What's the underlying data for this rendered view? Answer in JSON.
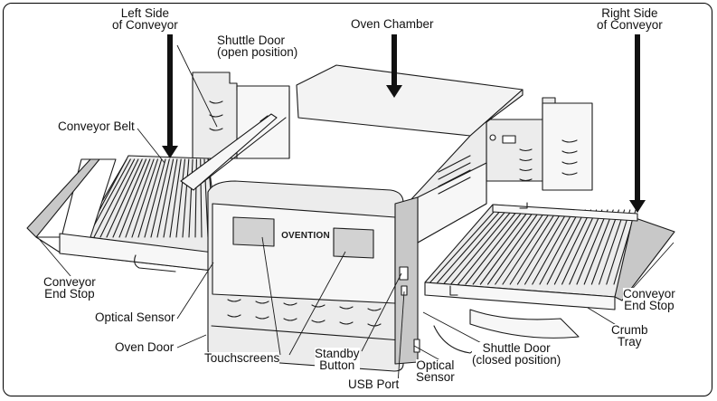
{
  "diagram": {
    "brand_text": "OVENTION",
    "colors": {
      "line": "#1a1a1a",
      "body_fill": "#ececec",
      "panel_fill": "#f7f7f7",
      "shadow_fill": "#c8c8c8",
      "window_fill": "#d2d2d2",
      "chamber_fill": "#f3f3f3"
    },
    "labels": {
      "left_side_conveyor": {
        "line1": "Left Side",
        "line2": "of Conveyor"
      },
      "shuttle_door_open": {
        "line1": "Shuttle Door",
        "line2": "(open position)"
      },
      "oven_chamber": {
        "line1": "Oven Chamber"
      },
      "right_side_conveyor": {
        "line1": "Right Side",
        "line2": "of Conveyor"
      },
      "conveyor_belt": {
        "line1": "Conveyor Belt"
      },
      "conveyor_end_stop_left": {
        "line1": "Conveyor",
        "line2": "End Stop"
      },
      "optical_sensor_left": {
        "line1": "Optical Sensor"
      },
      "oven_door": {
        "line1": "Oven Door"
      },
      "touchscreens": {
        "line1": "Touchscreens"
      },
      "standby_button": {
        "line1": "Standby",
        "line2": "Button"
      },
      "usb_port": {
        "line1": "USB Port"
      },
      "optical_sensor_right": {
        "line1": "Optical",
        "line2": "Sensor"
      },
      "shuttle_door_closed": {
        "line1": "Shuttle Door",
        "line2": "(closed position)"
      },
      "crumb_tray": {
        "line1": "Crumb",
        "line2": "Tray"
      },
      "conveyor_end_stop_right": {
        "line1": "Conveyor",
        "line2": "End Stop"
      }
    }
  }
}
